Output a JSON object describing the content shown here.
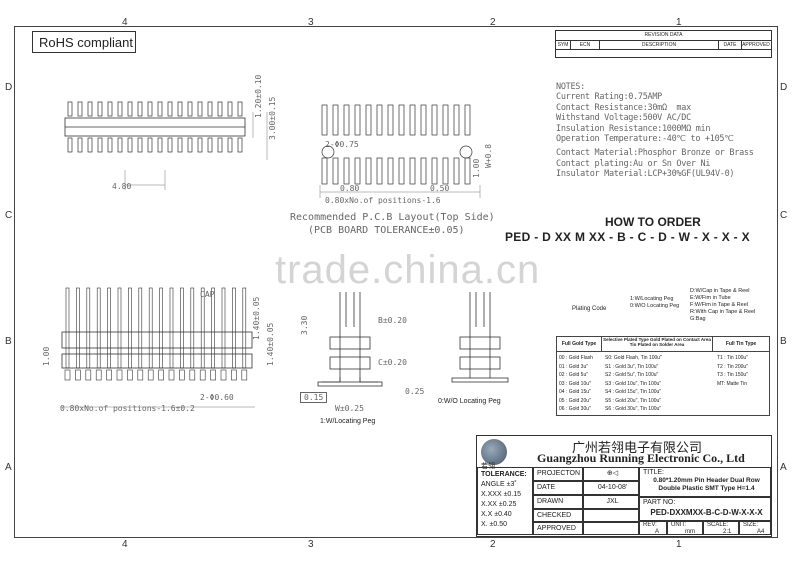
{
  "zones": {
    "top": [
      "4",
      "3",
      "2",
      "1"
    ],
    "bottom": [
      "4",
      "3",
      "2",
      "1"
    ],
    "left": [
      "D",
      "C",
      "B",
      "A"
    ],
    "right": [
      "D",
      "C",
      "B",
      "A"
    ]
  },
  "rohs": "RoHS compliant",
  "revision": {
    "title": "REVISION DATA",
    "cols": [
      "SYM",
      "ECN",
      "DESCRIPTION",
      "DATE",
      "APPROVED"
    ]
  },
  "notes": [
    "NOTES:",
    "Current Rating:0.75AMP",
    "Contact Resistance:30mΩ  max",
    "Withstand Voltage:500V AC/DC",
    "Insulation Resistance:1000MΩ min",
    "Operation Temperature:-40℃ to +105℃",
    "Contact Material:Phosphor Bronze or Brass",
    "Contact plating:Au or Sn Over Ni",
    "Insulator Material:LCP+30%GF(UL94V-0)"
  ],
  "dims": {
    "d480": "4.80",
    "d120": "1.20±0.10",
    "d300": "3.00±0.15",
    "phi075": "2-Φ0.75",
    "d080": "0.80",
    "d050": "0.50",
    "w08": "W+0.8",
    "d100": "1.00",
    "pos16": "0.80xNo.of positions-1.6",
    "pcb1": "Recommended P.C.B Layout(Top Side)",
    "pcb2": "(PCB BOARD TOLERANCE±0.05)",
    "cap": "CAP",
    "d140a": "1.40±0.05",
    "d140b": "1.40±0.05",
    "d100b": "1.00",
    "phi060": "2-Φ0.60",
    "pos162": "0.80xNo.of positions-1.6±0.2",
    "d330": "3.30",
    "b020": "B±0.20",
    "c020": "C±0.20",
    "d025": "0.25",
    "flat": "0.15",
    "w025": "W±0.25",
    "peg1": "1:W/Locating Peg",
    "peg0": "0:W/O Locating Peg"
  },
  "watermark": "trade.china.cn",
  "order": {
    "title": "HOW TO ORDER",
    "code": "PED - D XX M XX - B - C - D - W - X - X - X",
    "packing": [
      "D:W/Cap in Tape & Reel",
      "E:W/Fim in Tube",
      "F:W/Fim in Tape & Reel",
      "R:With Cap in Tape & Reel",
      "G:Bag"
    ],
    "peg": [
      "1:W/Locating Peg",
      "0:W/O Locating Peg"
    ],
    "plating_code": "Plating Code"
  },
  "plating": {
    "h1": "Full Gold Type",
    "h2": "Selective Plated Type Gold Plated on Contact Area Tin Plated on Solder Area",
    "h3": "Full Tin Type",
    "gold": [
      "00 : Gold Flash",
      "01 : Gold 3u\"",
      "02 : Gold 5u\"",
      "03 : Gold 10u\"",
      "04 : Gold 15u\"",
      "05 : Gold 20u\"",
      "06 : Gold 30u\""
    ],
    "sel": [
      "S0: Gold Flash, Tin 100u\"",
      "S1 : Gold 3u\", Tin 100u\"",
      "S2 : Gold 5u\", Tin 100u\"",
      "S3 : Gold 10u\", Tin 100u\"",
      "S4 : Gold 15u\", Tin 100u\"",
      "S5 : Gold 20u\", Tin 100u\"",
      "S6 : Gold 30u\", Tin 100u\""
    ],
    "tin": [
      "T1 : Tin 100u\"",
      "T2 : Tin 200u\"",
      "T3 : Tin 150u\"",
      "MT: Matte Tin"
    ]
  },
  "company": {
    "cn": "广州若翎电子有限公司",
    "en": "Guangzhou Running Electronic Co., Ltd",
    "logo_text": "若翎"
  },
  "title_block": {
    "tolerance": "TOLERANCE:",
    "angle": "ANGLE ±3˚",
    "xxx": "X.XXX ±0.15",
    "xx_": "X.XX  ±0.25",
    "x_x": "X.X   ±0.40",
    "x_": "X.    ±0.50",
    "projection": "PROJECTON",
    "date_label": "DATE",
    "date": "04-10-08'",
    "drawn_label": "DRAWN",
    "drawn": "JXL",
    "checked": "CHECKED",
    "approved": "APPROVED",
    "title_label": "TITLE:",
    "title1": "0.80*1.20mm Pin Header Dual Row",
    "title2": "Double Plastic SMT Type  H=1.4",
    "part_label": "PART NO:",
    "part": "PED-DXXMXX-B-C-D-W-X-X-X",
    "rev_label": "REV:",
    "rev": "A",
    "unit_label": "UNIT:",
    "unit": "mm",
    "scale_label": "SCALE:",
    "scale": "2:1",
    "size_label": "SIZE:",
    "size": "A4"
  },
  "colors": {
    "line": "#333333",
    "dim": "#666666",
    "watermark": "#aaaaaa"
  }
}
